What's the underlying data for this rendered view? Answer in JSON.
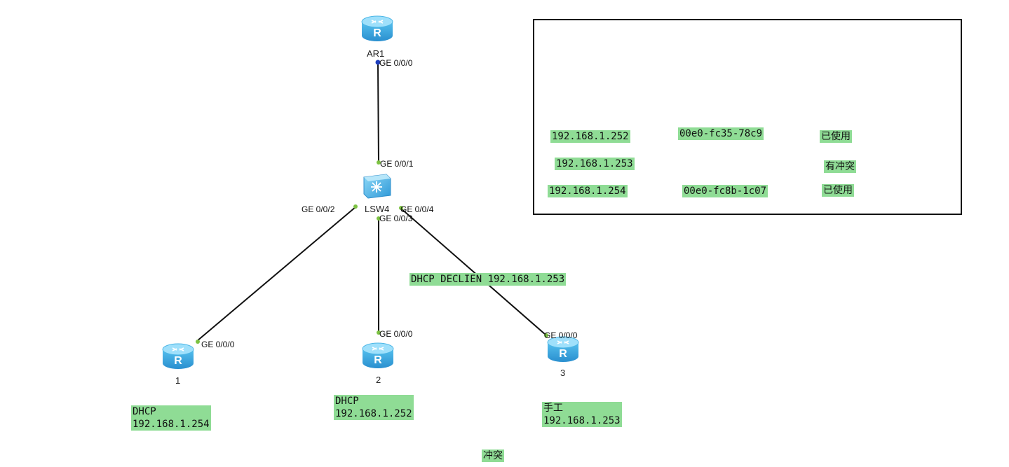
{
  "devices": {
    "ar1": {
      "name": "AR1",
      "port": "GE 0/0/0"
    },
    "lsw4": {
      "name": "LSW4",
      "ports": {
        "p1": "GE 0/0/1",
        "p2": "GE 0/0/2",
        "p3": "GE 0/0/3",
        "p4": "GE 0/0/4"
      }
    },
    "r1": {
      "name": "1",
      "port": "GE 0/0/0"
    },
    "r2": {
      "name": "2",
      "port": "GE 0/0/0"
    },
    "r3": {
      "name": "3",
      "port": "GE 0/0/0"
    }
  },
  "notes": {
    "r1": "DHCP\n192.168.1.254",
    "r2": "DHCP\n192.168.1.252",
    "r3": "手工\n192.168.1.253",
    "decline": "DHCP DECLIEN 192.168.1.253",
    "conflict": "冲突"
  },
  "ip_table": {
    "rows": [
      {
        "ip": "192.168.1.252",
        "mac": "00e0-fc35-78c9",
        "status": "已使用"
      },
      {
        "ip": "192.168.1.253",
        "mac": "",
        "status": "有冲突"
      },
      {
        "ip": "192.168.1.254",
        "mac": "00e0-fc8b-1c07",
        "status": "已使用"
      }
    ]
  },
  "colors": {
    "note_bg": "#8fdc95",
    "router_body": "#3aa9e0",
    "router_top": "#8fd6f6",
    "port_dot_green": "#7cc242",
    "port_dot_blue": "#1f3fbf",
    "link": "#111111"
  }
}
